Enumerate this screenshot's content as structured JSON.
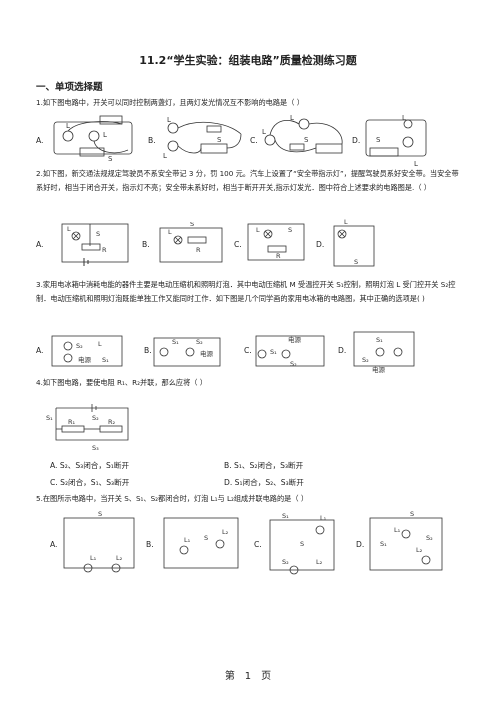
{
  "title": "11.2“学生实验：组装电路”质量检测练习题",
  "section": "一、单项选择题",
  "questions": [
    {
      "stem": "1.如下图电路中，开关可以同时控制两盏灯，且两灯发光情况互不影响的电路是（      ）",
      "options": [
        "A.",
        "B.",
        "C.",
        "D."
      ]
    },
    {
      "stem": "2.如下图，新交通法规规定驾驶员不系安全带记 3 分，罚 100 元。汽车上设置了“安全带指示灯”，提醒驾驶员系好安全带。当安全带系好时，相当于闭合开关，指示灯不亮；安全带未系好时，相当于断开开关,指示灯发光．图中符合上述要求的电路图是.（     ）",
      "options": [
        "A.",
        "B.",
        "C.",
        "D."
      ]
    },
    {
      "stem": "3.家用电冰箱中消耗电能的器件主要是电动压缩机和照明灯泡．其中电动压缩机 M 受温控开关 S₁控制，照明灯泡 L 受门控开关 S₂控制．电动压缩机和照明灯泡既能单独工作又能同时工作．如下图是几个同学画的家用电冰箱的电路图，其中正确的选项是(          )",
      "options": [
        "A.",
        "B.",
        "C.",
        "D."
      ]
    },
    {
      "stem": "4.如下图电路，要使电阻 R₁、R₂并联，那么应将（      ）",
      "options": [
        "A. S₂、S₃闭合，S₁断开",
        "B. S₁、S₂闭合，S₃断开",
        "C. S₂闭合，S₁、S₃断开",
        "D. S₁闭合，S₂、S₃断开"
      ]
    },
    {
      "stem": "5.在图所示电路中，当开关 S、S₁、S₂都闭合时，灯泡 L₁与 L₂组成并联电路的是（   ）",
      "options": [
        "A.",
        "B.",
        "C.",
        "D."
      ]
    }
  ],
  "footer": "第　1　页"
}
